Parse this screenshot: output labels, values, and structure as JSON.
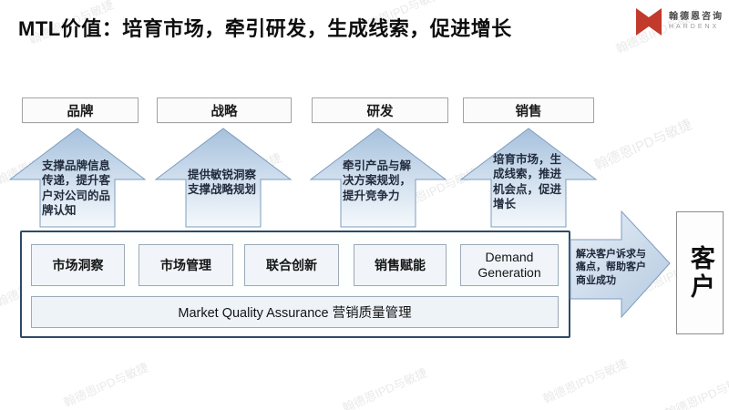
{
  "slide": {
    "title": "MTL价值：培育市场，牵引研发，生成线索，促进增长"
  },
  "logo": {
    "company": "翰德恩咨询",
    "brand": "HARDENX",
    "color": "#c23a2b"
  },
  "watermark": "翰德恩IPD与敏捷",
  "pillars": [
    {
      "label": "品牌",
      "arrow_text": "支撑品牌信息传递，提升客户对公司的品牌认知"
    },
    {
      "label": "战略",
      "arrow_text": "提供敏锐洞察支撑战略规划"
    },
    {
      "label": "研发",
      "arrow_text": "牵引产品与解决方案规划，提升竞争力"
    },
    {
      "label": "销售",
      "arrow_text": "培育市场，生成线索，推进机会点，促进增长"
    }
  ],
  "mtl_system": {
    "modules": [
      "市场洞察",
      "市场管理",
      "联合创新",
      "销售赋能",
      "Demand Generation"
    ],
    "quality_bar": "Market Quality Assurance  营销质量管理"
  },
  "outcome": {
    "arrow_text": "解决客户诉求与痛点，帮助客户商业成功",
    "customer": "客户"
  },
  "colors": {
    "arrow_fill_top": "#a6c1dc",
    "arrow_fill_bottom": "#f4f8fc",
    "arrow_border": "#7d9cbd",
    "outer_box_border": "#2e4a66",
    "logo_red": "#c23a2b"
  }
}
